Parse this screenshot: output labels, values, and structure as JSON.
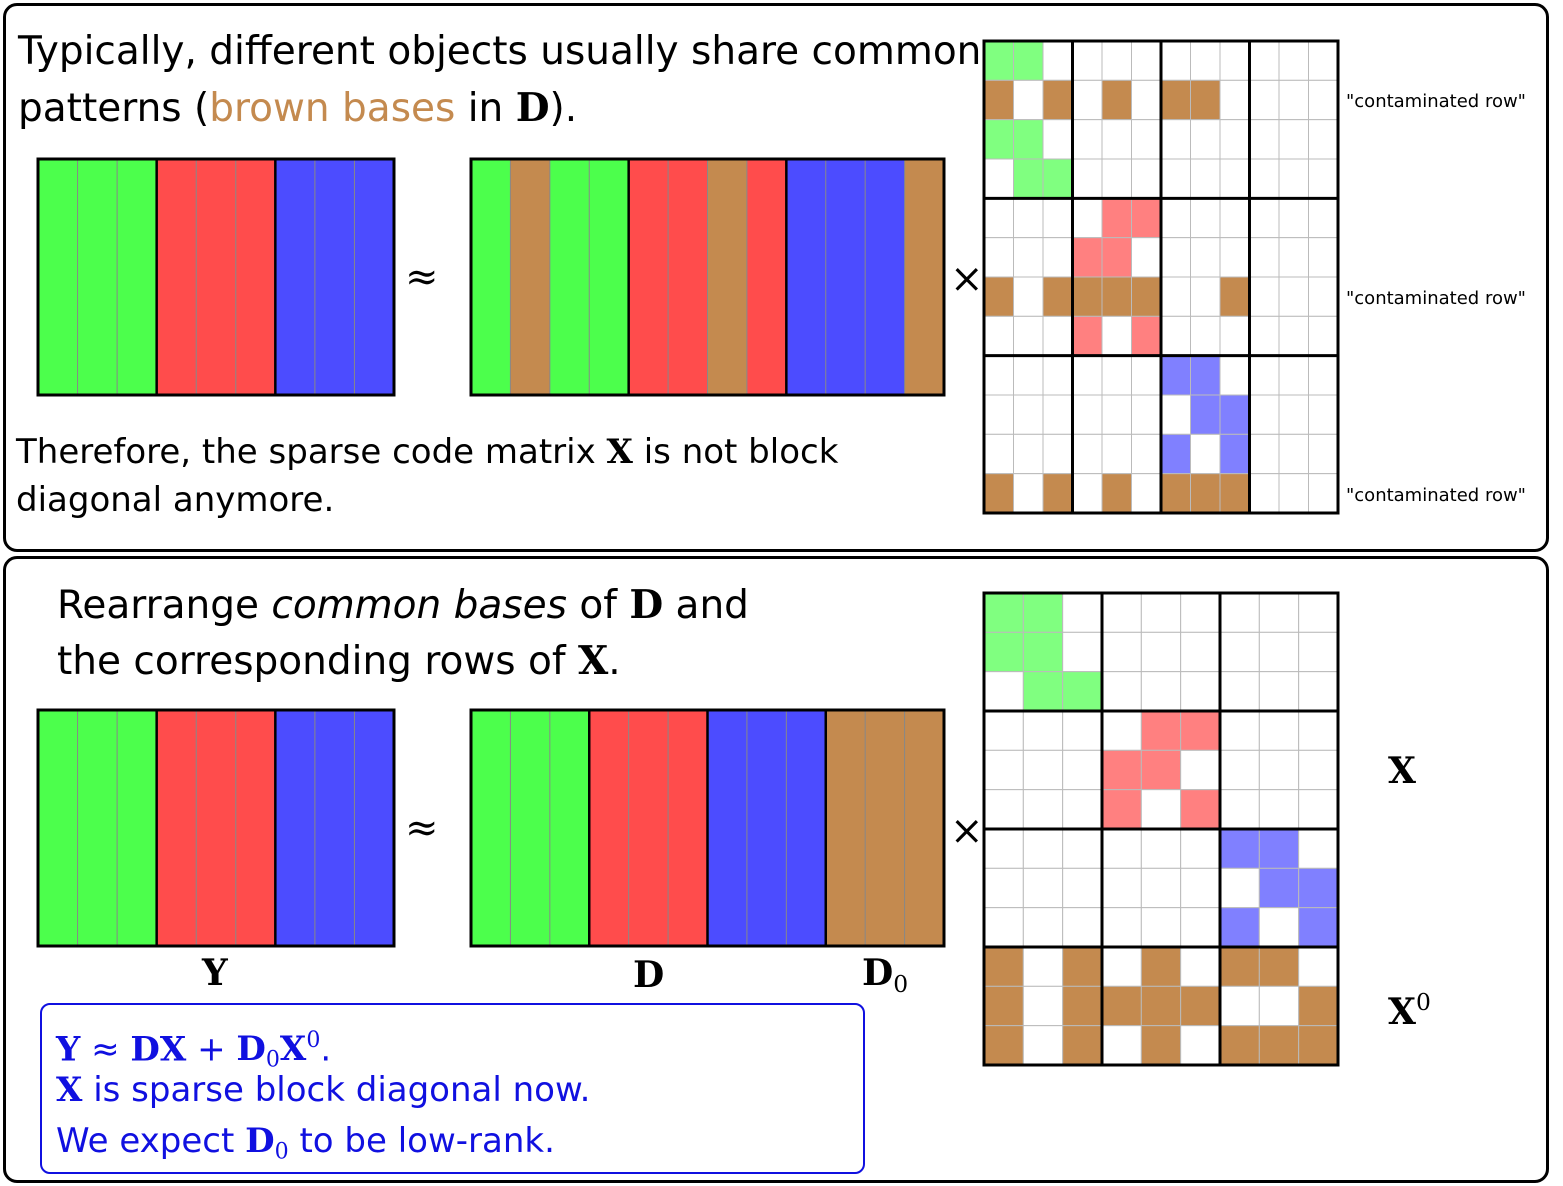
{
  "colors": {
    "green": "#4cff4c",
    "red": "#ff4c4c",
    "blue": "#4c4cff",
    "brown": "#c48a4f",
    "light_green": "#80ff80",
    "light_red": "#ff8080",
    "light_blue": "#8080ff",
    "text_blue": "#1010e0"
  },
  "top": {
    "intro_line1": "Typically, different objects usually share common",
    "intro_line2_a": "patterns (",
    "intro_line2_brown": "brown bases",
    "intro_line2_b": " in ",
    "intro_line2_sym": "D",
    "intro_line2_c": ").",
    "therefore_a": "Therefore, the sparse code matrix ",
    "therefore_sym": "X",
    "therefore_b": " is not block",
    "therefore_line2": "diagonal anymore.",
    "approx": "≈",
    "times": "×",
    "contaminated_label": "\"contaminated row\"",
    "Y_cols": [
      "G",
      "G",
      "G",
      "R",
      "R",
      "R",
      "B",
      "B",
      "B"
    ],
    "D_cols": [
      "G",
      "N",
      "G",
      "G",
      "R",
      "R",
      "N",
      "R",
      "B",
      "B",
      "B",
      "N"
    ],
    "X_rows": [
      "ggo.........",
      "n.n.n.nn....",
      "ggo.........",
      ".gg.........",
      "....rr......",
      "...rr.......",
      "n.nnnn..n...",
      "...r.r......",
      "......bb....",
      ".......bb...",
      "......b.b...",
      "n.n.n.nnn..."
    ]
  },
  "bottom": {
    "rearrange_a": "Rearrange ",
    "rearrange_em": "common bases",
    "rearrange_b": " of ",
    "rearrange_sym": "D",
    "rearrange_c": " and",
    "rearrange_line2_a": "the corresponding rows of ",
    "rearrange_line2_sym": "X",
    "rearrange_line2_b": ".",
    "approx": "≈",
    "times": "×",
    "label_Y": "Y",
    "label_D": "D",
    "label_D0": "D",
    "label_D0_sub": "0",
    "label_X": "X",
    "label_X0": "X",
    "label_X0_sup": "0",
    "Y_cols": [
      "G",
      "G",
      "G",
      "R",
      "R",
      "R",
      "B",
      "B",
      "B"
    ],
    "D_cols": [
      "G",
      "G",
      "G",
      "R",
      "R",
      "R",
      "B",
      "B",
      "B",
      "N",
      "N",
      "N"
    ],
    "X_rows": [
      "gg.......",
      "gg.......",
      ".gg......",
      "....rr...",
      "...rr....",
      "...r.r...",
      "......bb.",
      ".......bb",
      "......b.b",
      "n.n.n.nn.",
      "n.nnnn..n",
      "n.n.n.nnn"
    ],
    "summary": {
      "l1_a": "Y",
      "l1_b": " ≈ ",
      "l1_c": "DX",
      "l1_d": " + ",
      "l1_e": "D",
      "l1_e_sub": "0",
      "l1_f": "X",
      "l1_f_sup": "0",
      "l1_g": ".",
      "l2_sym": "X",
      "l2_text": " is sparse block diagonal now.",
      "l3_a": "We expect ",
      "l3_sym": "D",
      "l3_sub": "0",
      "l3_b": " to be low-rank."
    }
  }
}
